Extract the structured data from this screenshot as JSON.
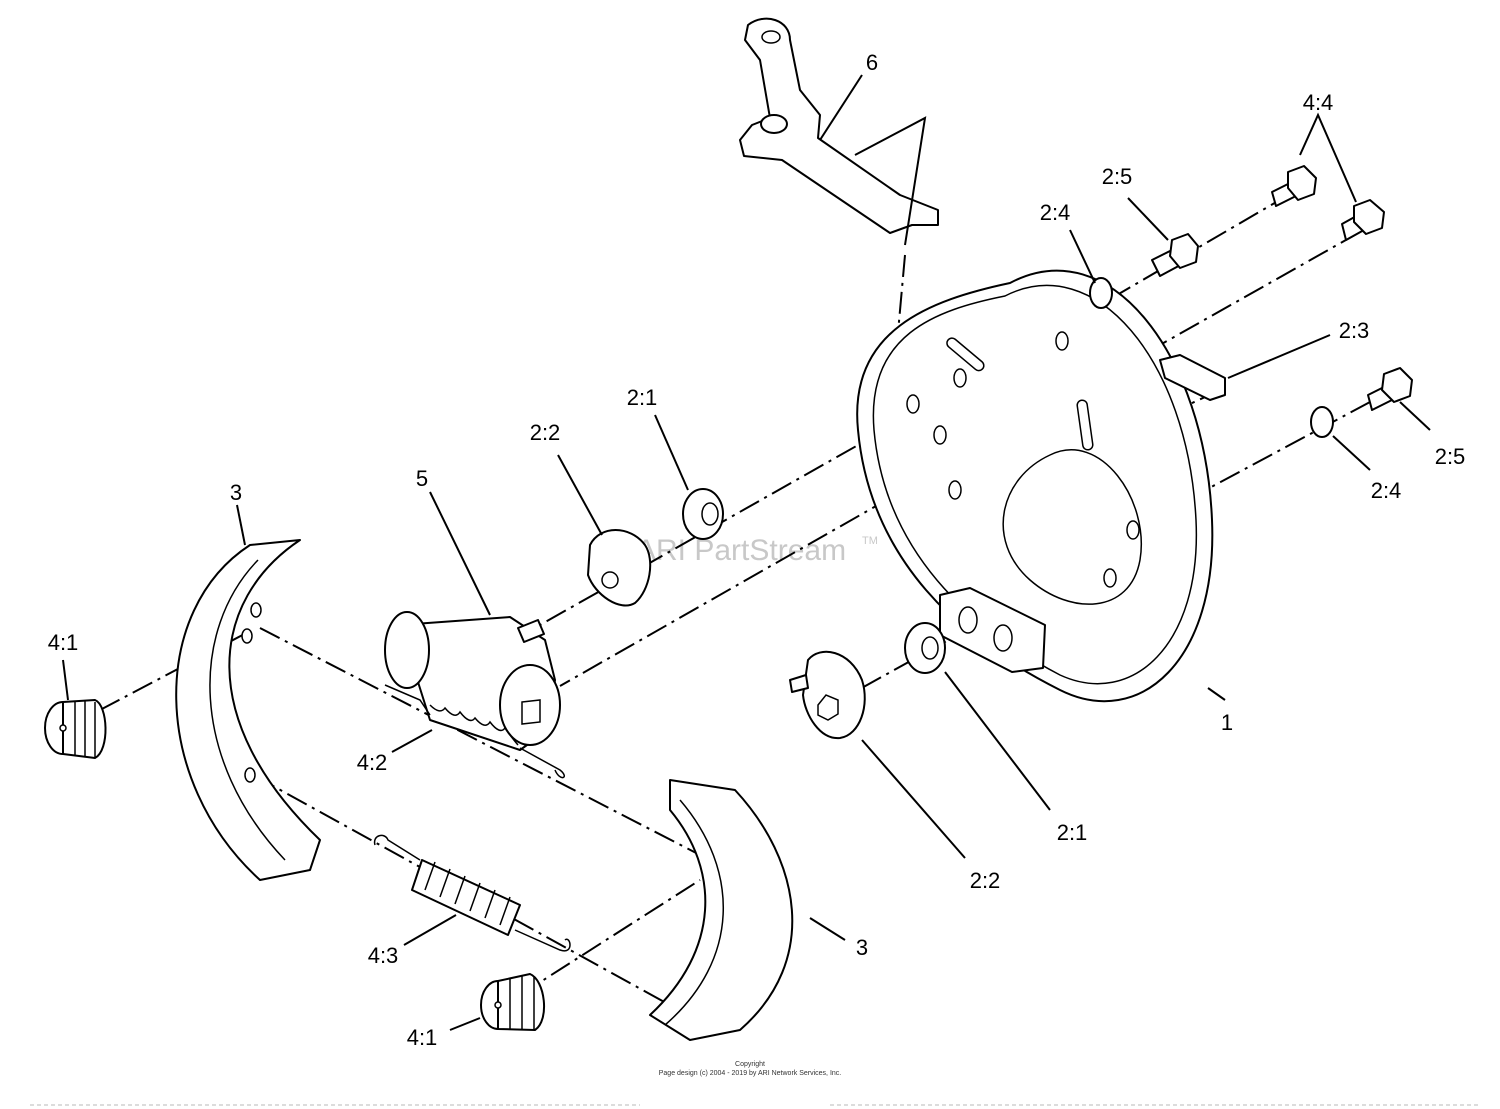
{
  "diagram": {
    "callouts": {
      "c1": "1",
      "c2_1_upper": "2:1",
      "c2_1_lower": "2:1",
      "c2_2_upper": "2:2",
      "c2_2_lower": "2:2",
      "c2_3": "2:3",
      "c2_4_upper": "2:4",
      "c2_4_lower": "2:4",
      "c2_5_upper": "2:5",
      "c2_5_lower": "2:5",
      "c3_left": "3",
      "c3_right": "3",
      "c4_1_left": "4:1",
      "c4_1_bottom": "4:1",
      "c4_2": "4:2",
      "c4_3": "4:3",
      "c4_4": "4:4",
      "c5": "5",
      "c6": "6"
    },
    "watermark": "ARI PartStream",
    "watermark_tm": "TM",
    "copyright_line1": "Copyright",
    "copyright_line2": "Page design (c) 2004 - 2019 by ARI Network Services, Inc."
  }
}
